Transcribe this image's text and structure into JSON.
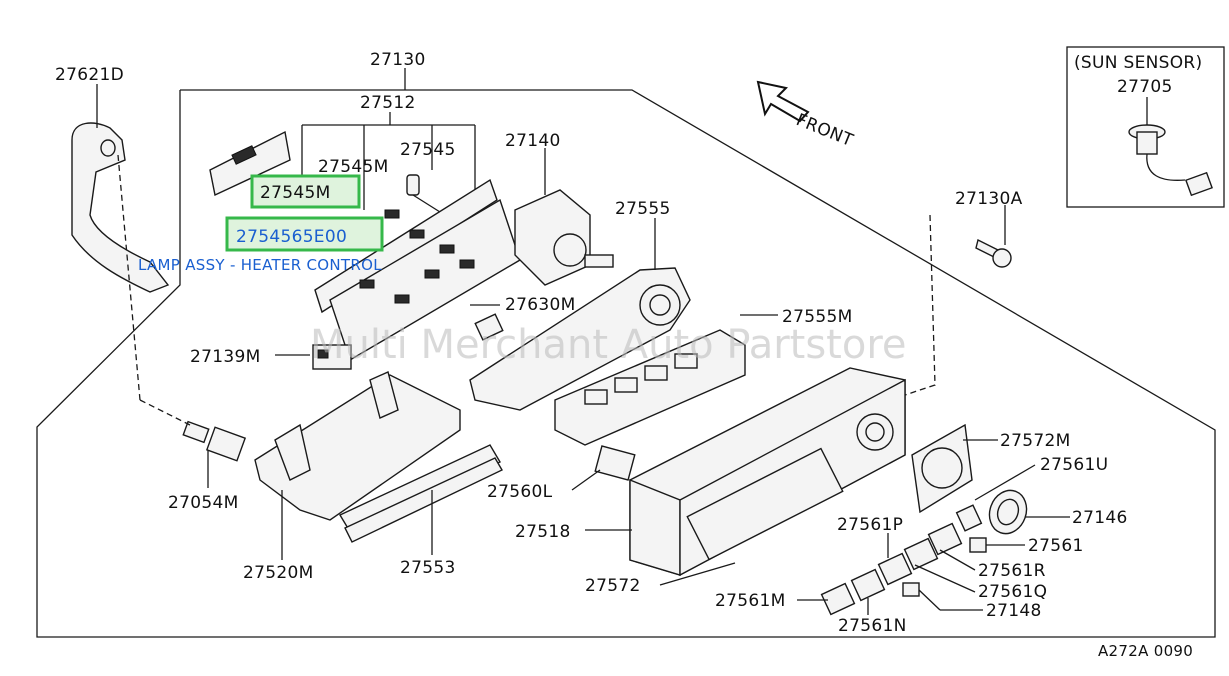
{
  "diagram": {
    "watermark": "Multi Merchant Auto Partstore",
    "front_label": "FRONT",
    "drawing_code": "A272A 0090",
    "sun_sensor_box": {
      "title": "(SUN SENSOR)",
      "part": "27705"
    },
    "highlights": [
      {
        "label": "27545M"
      },
      {
        "label": "2754565E00"
      }
    ],
    "caption": "LAMP ASSY - HEATER CONTROL",
    "parts": {
      "p27621d": "27621D",
      "p27130": "27130",
      "p27512": "27512",
      "p27545m_top": "27545M",
      "p27545": "27545",
      "p27140": "27140",
      "p27555": "27555",
      "p27130a": "27130A",
      "p27630m": "27630M",
      "p27555m": "27555M",
      "p27139m": "27139M",
      "p27572m": "27572M",
      "p27561u": "27561U",
      "p27054m": "27054M",
      "p27560l": "27560L",
      "p27146": "27146",
      "p27518": "27518",
      "p27561p": "27561P",
      "p27561": "27561",
      "p27520m": "27520M",
      "p27553": "27553",
      "p27572": "27572",
      "p27561r": "27561R",
      "p27561q": "27561Q",
      "p27561m": "27561M",
      "p27148": "27148",
      "p27561n": "27561N"
    }
  }
}
